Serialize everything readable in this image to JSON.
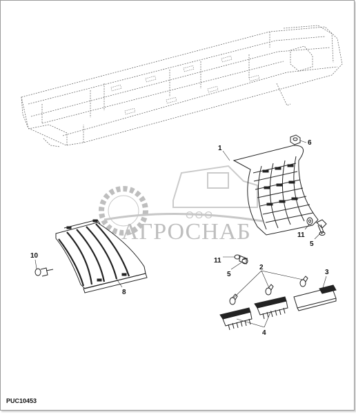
{
  "drawing_ref": "PUC10453",
  "watermark": {
    "prefix": "ООО",
    "brand": "АГРОСНАБ"
  },
  "callouts": {
    "c1": "1",
    "c2": "2",
    "c3": "3",
    "c4": "4",
    "c5a": "5",
    "c5b": "5",
    "c6": "6",
    "c8": "8",
    "c10": "10",
    "c11a": "11",
    "c11b": "11"
  },
  "colors": {
    "line": "#222222",
    "dashed": "#6a6a6a",
    "watermark": "#8a8a8a"
  }
}
